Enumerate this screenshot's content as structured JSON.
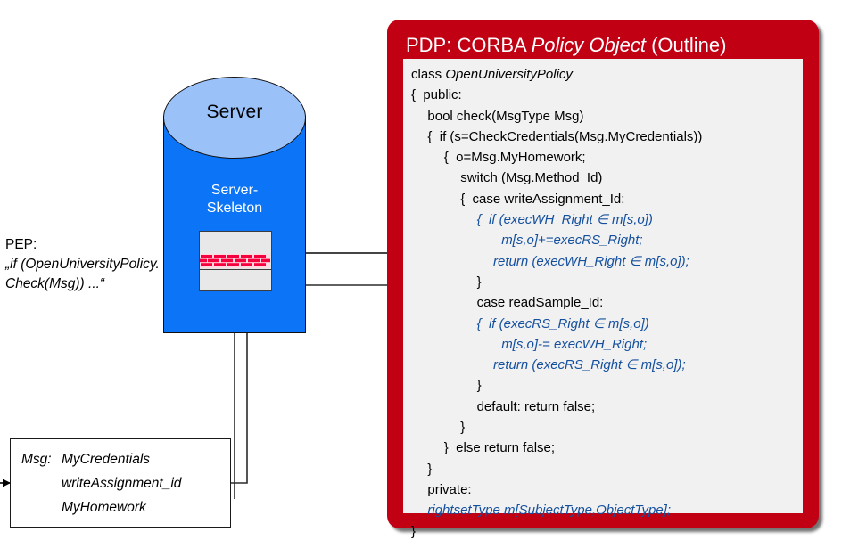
{
  "diagram": {
    "server": {
      "title": "Server",
      "skeleton_label_line1": "Server-",
      "skeleton_label_line2": "Skeleton",
      "body_color": "#0b74f7",
      "top_color": "#9ac1f8"
    },
    "pep": {
      "title": "PEP:",
      "quote_line1": "„if (OpenUniversityPolicy.",
      "quote_line2": "Check(Msg)) ...“",
      "firewall_icon": "brick-wall-icon"
    },
    "msg_box": {
      "label": "Msg:",
      "values": [
        "MyCredentials",
        "writeAssignment_id",
        "MyHomework"
      ]
    },
    "pdp": {
      "title_plain_1": "PDP: CORBA ",
      "title_italic": "Policy Object",
      "title_plain_2": " (Outline)",
      "panel_color": "#c10014",
      "code_bg": "#f1f1f1",
      "code_accent_color": "#15509e",
      "code_lines": [
        {
          "indent": 0,
          "text": "class ",
          "italic_tail": "OpenUniversityPolicy",
          "blue": false
        },
        {
          "indent": 0,
          "text": "{  public:",
          "blue": false
        },
        {
          "indent": 2,
          "text": "bool check(MsgType Msg)",
          "blue": false
        },
        {
          "indent": 2,
          "text": "{  if (s=CheckCredentials(Msg.MyCredentials))",
          "blue": false
        },
        {
          "indent": 4,
          "text": "{  o=Msg.MyHomework;",
          "blue": false
        },
        {
          "indent": 6,
          "text": "switch (Msg.Method_Id)",
          "blue": false
        },
        {
          "indent": 6,
          "text": "{  case writeAssignment_Id:",
          "blue": false
        },
        {
          "indent": 8,
          "text": "{  if (execWH_Right ∈ m[s,o])",
          "blue": true
        },
        {
          "indent": 11,
          "text": "m[s,o]+=execRS_Right;",
          "blue": true
        },
        {
          "indent": 10,
          "text": "return (execWH_Right ∈ m[s,o]);",
          "blue": true
        },
        {
          "indent": 8,
          "text": "}",
          "blue": false
        },
        {
          "indent": 8,
          "text": "case readSample_Id:",
          "blue": false
        },
        {
          "indent": 8,
          "text": "{  if (execRS_Right ∈ m[s,o])",
          "blue": true
        },
        {
          "indent": 11,
          "text": "m[s,o]-= execWH_Right;",
          "blue": true
        },
        {
          "indent": 10,
          "text": "return (execRS_Right ∈ m[s,o]);",
          "blue": true
        },
        {
          "indent": 8,
          "text": "}",
          "blue": false
        },
        {
          "indent": 8,
          "text": "default: return false;",
          "blue": false
        },
        {
          "indent": 6,
          "text": "}",
          "blue": false
        },
        {
          "indent": 4,
          "text": "}  else return false;",
          "blue": false
        },
        {
          "indent": 2,
          "text": "}",
          "blue": false
        },
        {
          "indent": 2,
          "text": "private:",
          "blue": false
        },
        {
          "indent": 2,
          "text": "rightsetType m[SubjectType,ObjectType];",
          "blue": true
        },
        {
          "indent": 0,
          "text": "}",
          "blue": false
        }
      ]
    }
  }
}
